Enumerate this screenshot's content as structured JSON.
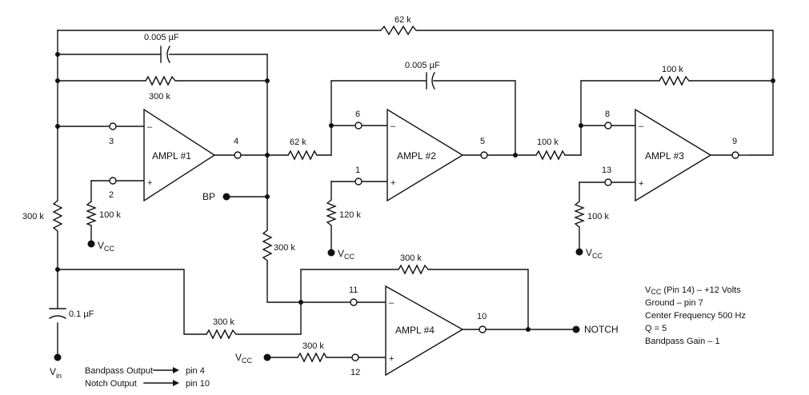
{
  "labels": {
    "r_top": "62 k",
    "c1": "0.005 µF",
    "r1": "300 k",
    "c2": "0.005 µF",
    "r_fb3": "100 k",
    "r_in2": "62 k",
    "r_in3": "100 k",
    "r_left": "300 k",
    "r_bp": "300 k",
    "r_fb4": "300 k",
    "r_in4": "300 k",
    "r_ninv4": "300 k",
    "r_pin2": "100 k",
    "r_pin1b": "120 k",
    "r_pin13": "100 k",
    "cap_in": "0.1 µF",
    "bp": "BP",
    "notch": "NOTCH",
    "vin": "V",
    "vin_sub": "in"
  },
  "amps": {
    "a1": "AMPL #1",
    "a2": "AMPL #2",
    "a3": "AMPL #3",
    "a4": "AMPL #4"
  },
  "pins": {
    "p3": "3",
    "p2": "2",
    "p4": "4",
    "p6": "6",
    "p1": "1",
    "p5": "5",
    "p8": "8",
    "p13": "13",
    "p9": "9",
    "p11": "11",
    "p12": "12",
    "p10": "10"
  },
  "signs": {
    "minus": "–",
    "plus": "+"
  },
  "vcc": {
    "v": "V",
    "sub": "CC"
  },
  "notes": {
    "l1_v": "V",
    "l1_sub": "CC",
    "l1_rest": " (Pin 14) – +12 Volts",
    "l2": "Ground – pin 7",
    "l3": "Center Frequency 500 Hz",
    "l4": "Q = 5",
    "l5": "Bandpass Gain – 1"
  },
  "outputs": {
    "bp_label": "Bandpass Output",
    "bp_pin": "pin 4",
    "notch_label": "Notch Output",
    "notch_pin": "pin 10"
  }
}
